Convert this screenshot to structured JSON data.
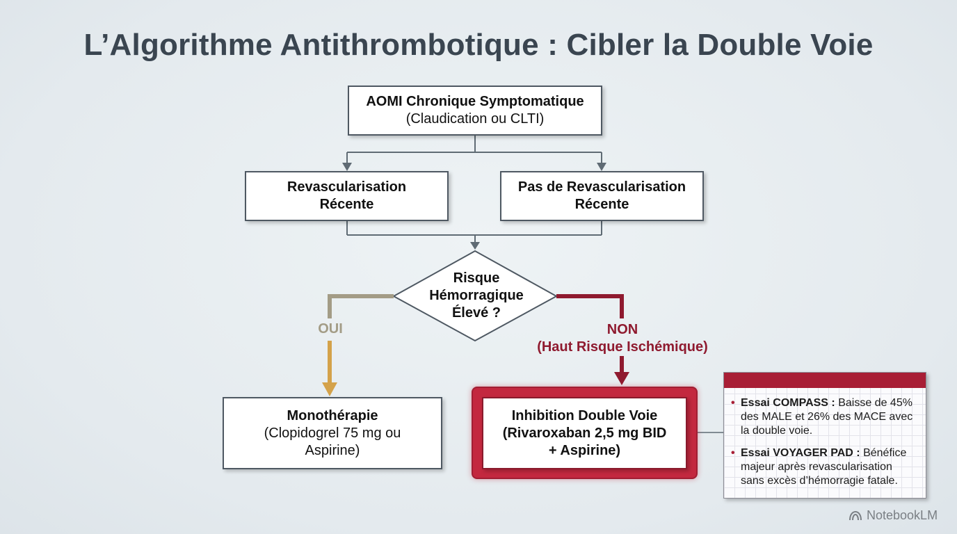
{
  "title": "L’Algorithme Antithrombotique : Cibler la Double Voie",
  "nodes": {
    "start": {
      "line1": "AOMI Chronique Symptomatique",
      "line2": "(Claudication ou CLTI)"
    },
    "revasc": {
      "line1": "Revascularisation",
      "line2": "Récente"
    },
    "no_revasc": {
      "line1": "Pas de Revascularisation",
      "line2": "Récente"
    },
    "decision": {
      "line1": "Risque",
      "line2": "Hémorragique",
      "line3": "Élevé ?"
    },
    "mono": {
      "line1": "Monothérapie",
      "line2": "(Clopidogrel 75 mg ou",
      "line3": "Aspirine)"
    },
    "dual": {
      "line1": "Inhibition Double Voie",
      "line2": "(Rivaroxaban 2,5 mg BID",
      "line3": "+ Aspirine)"
    }
  },
  "branches": {
    "yes": "OUI",
    "no_line1": "NON",
    "no_line2": "(Haut Risque Ischémique)"
  },
  "note": {
    "items": [
      {
        "label": "Essai COMPASS :",
        "text": "Baisse de 45% des MALE et 26% des MACE avec la double voie."
      },
      {
        "label": "Essai VOYAGER PAD :",
        "text": "Bénéfice majeur après revascularisation sans excès d’hémorragie fatale."
      }
    ]
  },
  "watermark": "NotebookLM",
  "colors": {
    "background": "#e6ecf0",
    "title": "#3a4550",
    "connector": "#5f6b74",
    "yes_path": "#a39c86",
    "yes_arrow": "#d4a24a",
    "no_path": "#8f1a2f",
    "highlight": "#c3283f"
  }
}
